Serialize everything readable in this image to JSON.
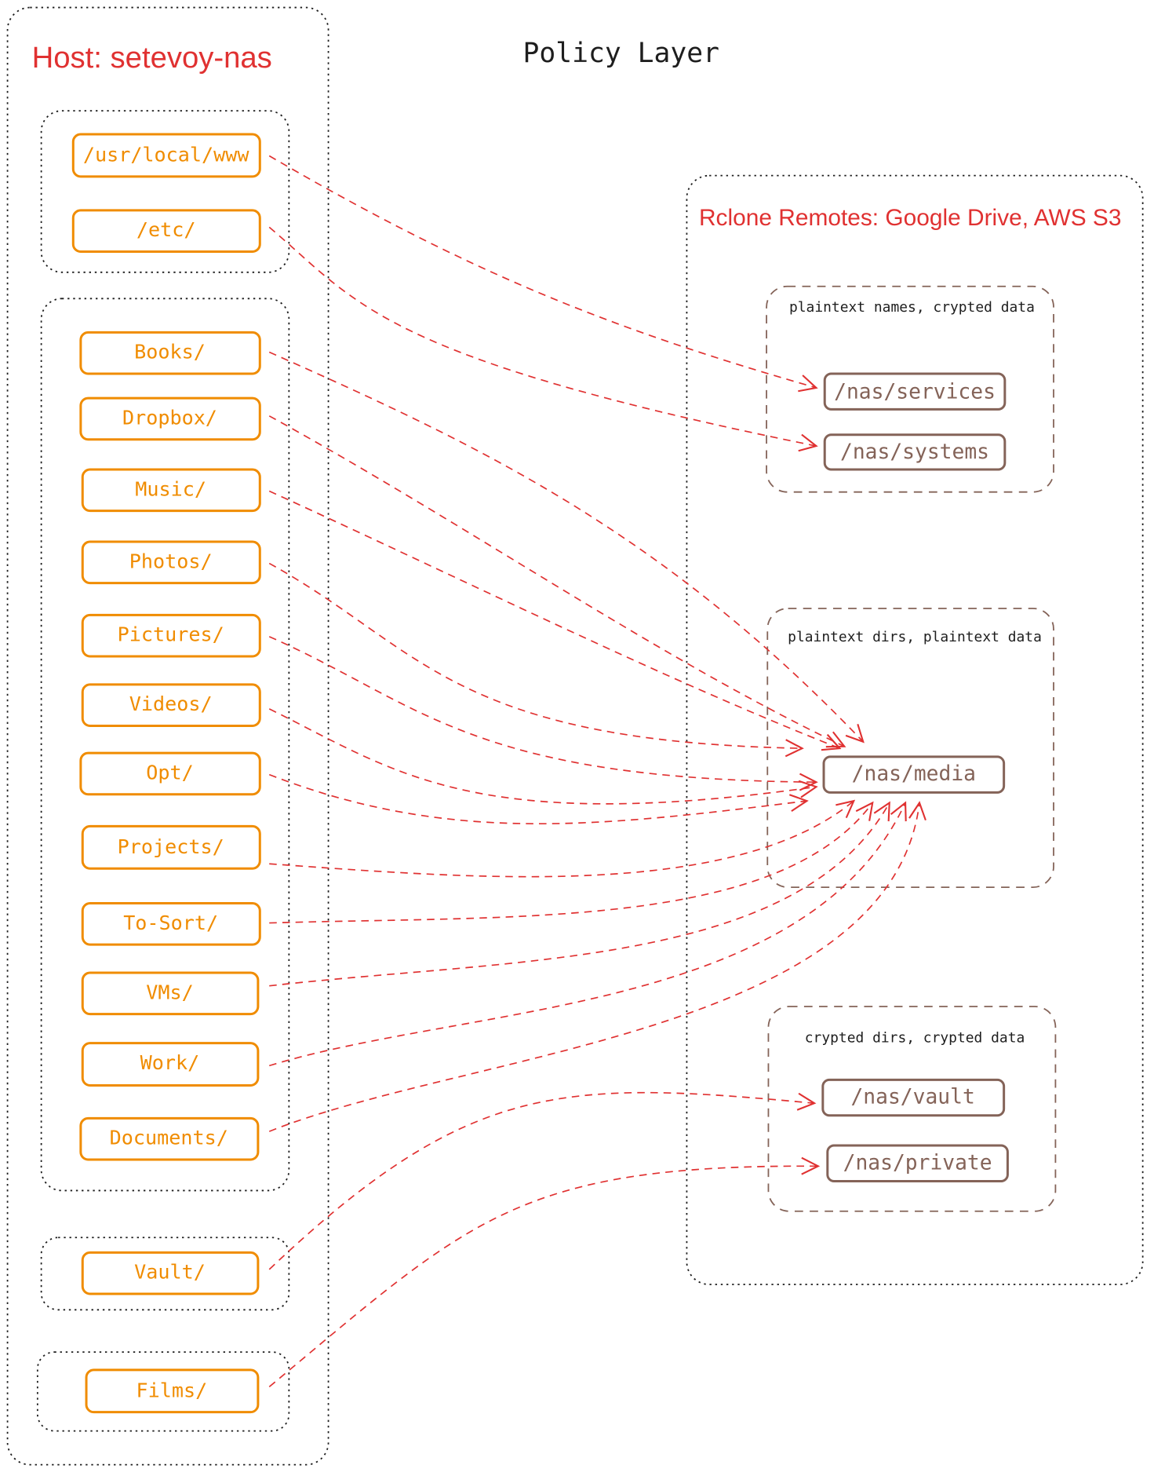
{
  "title": "Policy Layer",
  "host": {
    "title": "Host: setevoy-nas",
    "groups": [
      [
        "/usr/local/www",
        "/etc/"
      ],
      [
        "Books/",
        "Dropbox/",
        "Music/",
        "Photos/",
        "Pictures/",
        "Videos/",
        "Opt/",
        "Projects/",
        "To-Sort/",
        "VMs/",
        "Work/",
        "Documents/"
      ],
      [
        "Vault/"
      ],
      [
        "Films/"
      ]
    ]
  },
  "remotes": {
    "title": "Rclone Remotes: Google Drive, AWS S3",
    "groups": [
      {
        "label": "plaintext names, crypted data",
        "targets": [
          "/nas/services",
          "/nas/systems"
        ]
      },
      {
        "label": "plaintext dirs, plaintext data",
        "targets": [
          "/nas/media"
        ]
      },
      {
        "label": "crypted dirs, crypted data",
        "targets": [
          "/nas/vault",
          "/nas/private"
        ]
      }
    ]
  },
  "connections": [
    [
      "/usr/local/www",
      "/nas/services"
    ],
    [
      "/etc/",
      "/nas/systems"
    ],
    [
      "Books/",
      "/nas/media"
    ],
    [
      "Dropbox/",
      "/nas/media"
    ],
    [
      "Music/",
      "/nas/media"
    ],
    [
      "Photos/",
      "/nas/media"
    ],
    [
      "Pictures/",
      "/nas/media"
    ],
    [
      "Videos/",
      "/nas/media"
    ],
    [
      "Opt/",
      "/nas/media"
    ],
    [
      "Projects/",
      "/nas/media"
    ],
    [
      "To-Sort/",
      "/nas/media"
    ],
    [
      "VMs/",
      "/nas/media"
    ],
    [
      "Work/",
      "/nas/media"
    ],
    [
      "Documents/",
      "/nas/media"
    ],
    [
      "Vault/",
      "/nas/vault"
    ],
    [
      "Films/",
      "/nas/private"
    ]
  ],
  "colors": {
    "accent": "#e03131",
    "source": "#f08c00",
    "remote": "#846358"
  }
}
